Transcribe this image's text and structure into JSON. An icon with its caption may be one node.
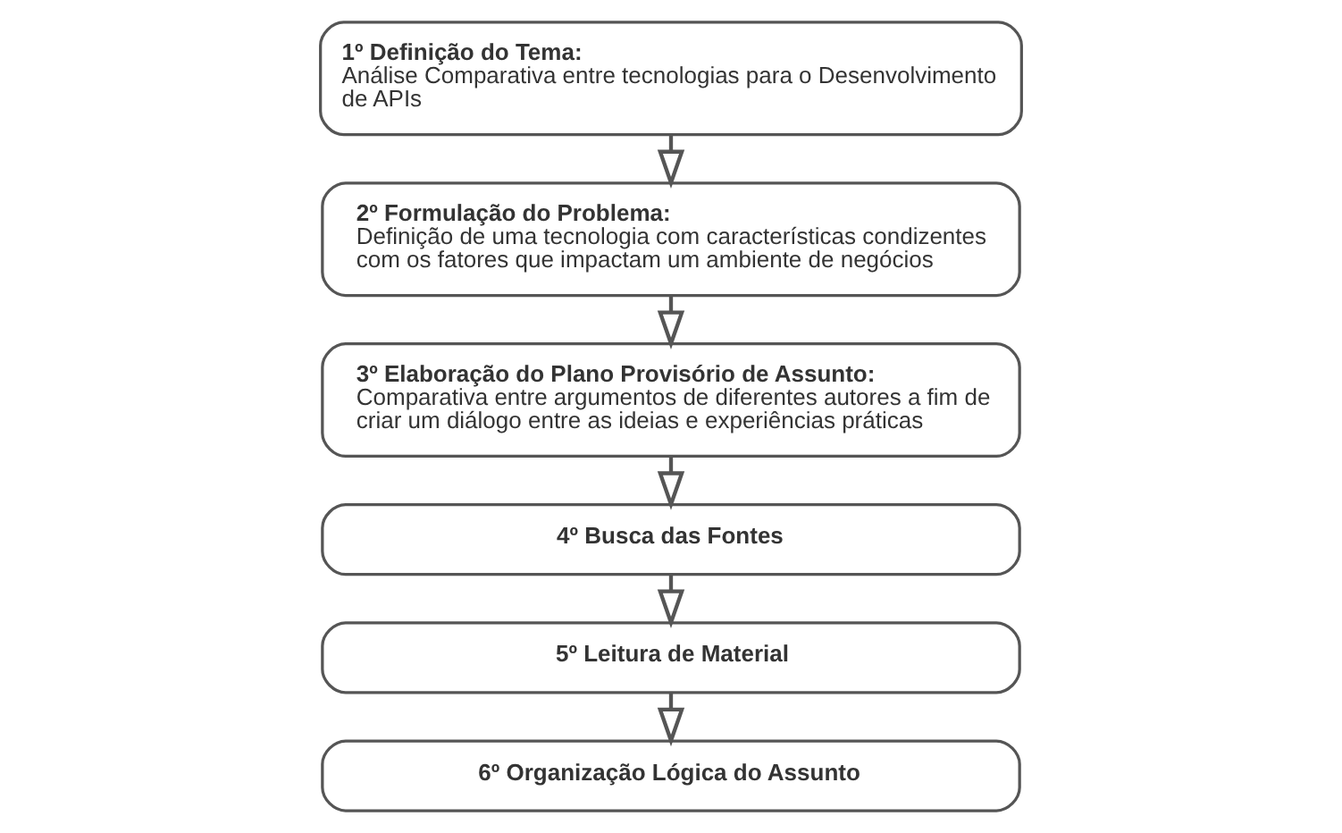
{
  "diagram": {
    "nodes": [
      {
        "text": [
          "1º Definição do Tema:",
          "Análise Comparativa entre tecnologias para o Desenvolvimento de APIs"
        ]
      },
      {
        "text": [
          "2º Formulação do Problema:",
          "Definição de uma tecnologia com características condizentes com os fatores que impactam um ambiente de negócios"
        ]
      },
      {
        "text": [
          "3º Elaboração do Plano Provisório de Assunto:",
          "Comparativa entre argumentos de diferentes autores a fim de criar um diálogo entre as ideias e experiências práticas"
        ]
      },
      {
        "text": [
          "4º Busca das Fontes"
        ]
      },
      {
        "text": [
          "5º Leitura de Material"
        ]
      },
      {
        "text": [
          "6º Organização Lógica do Assunto"
        ]
      }
    ],
    "edges": [
      {
        "from": 0,
        "to": 1,
        "arrow": "to"
      },
      {
        "from": 1,
        "to": 2,
        "arrow": "to"
      },
      {
        "from": 2,
        "to": 3,
        "arrow": "to"
      },
      {
        "from": 3,
        "to": 4,
        "arrow": "to"
      },
      {
        "from": 4,
        "to": 5,
        "arrow": "to"
      }
    ]
  }
}
